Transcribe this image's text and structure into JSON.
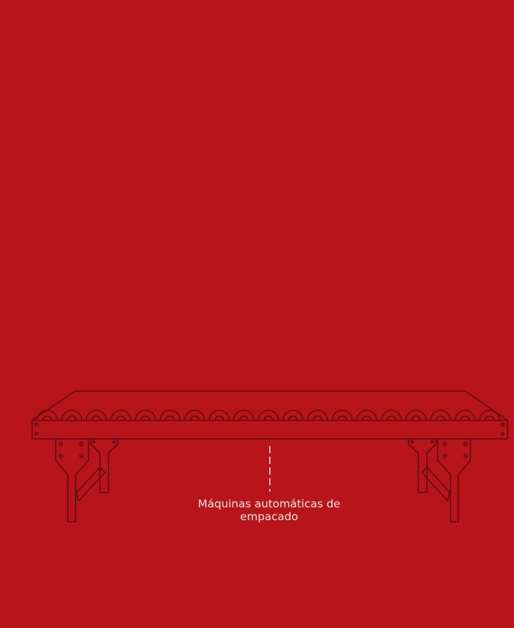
{
  "illustration": {
    "subject": "roller-conveyor",
    "line_color": "#5e0c10",
    "background_color": "#b7151a",
    "roller_count": 19
  },
  "callout": {
    "label": "Máquinas automáticas de empacado",
    "line_color": "#f3b9b2",
    "text_color": "#fbe7e2"
  }
}
